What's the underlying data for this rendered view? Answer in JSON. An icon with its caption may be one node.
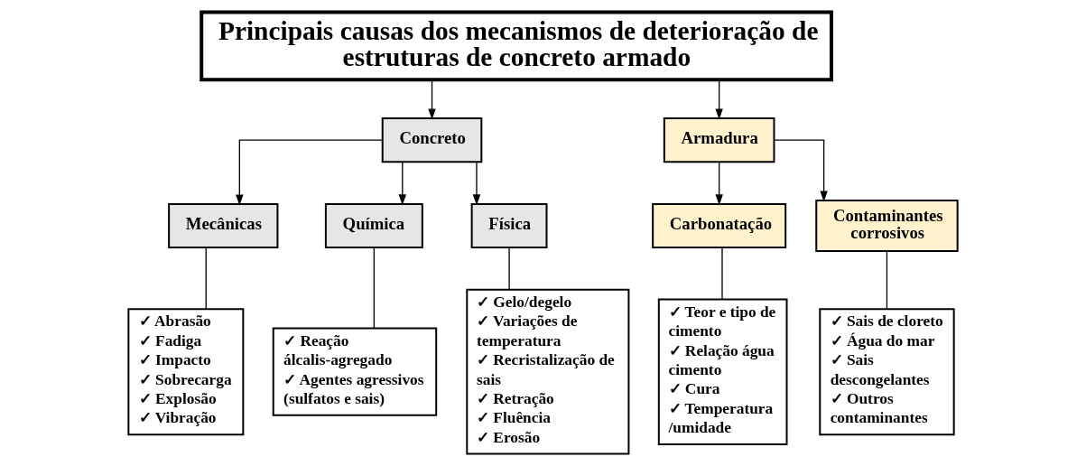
{
  "diagram": {
    "nodes": [
      {
        "text": [
          "Principais causas dos mecanismos de deterioração de estruturas de concreto armado"
        ]
      },
      {
        "text": [
          "Concreto"
        ]
      },
      {
        "text": [
          "Armadura"
        ]
      },
      {
        "text": [
          "Mecânicas"
        ]
      },
      {
        "text": [
          "Química"
        ]
      },
      {
        "text": [
          "Física"
        ]
      },
      {
        "text": [
          "Carbonatação"
        ]
      },
      {
        "text": [
          "Contaminantes corrosivos"
        ]
      },
      {
        "text": [
          "✓ Abrasão",
          "✓ Fadiga",
          "✓ Impacto",
          "✓ Sobrecarga",
          "✓ Explosão",
          "✓ Vibração"
        ]
      },
      {
        "text": [
          "✓ Reação álcalis-agregado",
          "✓ Agentes agressivos (sulfatos e sais)"
        ]
      },
      {
        "text": [
          "✓ Gelo/degelo",
          "✓ Variações de temperatura",
          "✓ Recristalização de sais",
          "✓ Retração",
          "✓ Fluência",
          "✓ Erosão"
        ]
      },
      {
        "text": [
          "✓ Teor e tipo de cimento",
          "✓ Relação água cimento",
          "✓ Cura",
          "✓ Temperatura /umidade"
        ]
      },
      {
        "text": [
          "✓ Sais de cloreto",
          "✓ Água do mar",
          "✓ Sais descongelantes",
          "✓ Outros contaminantes"
        ]
      }
    ],
    "edges": [
      {
        "from": 0,
        "to": 1,
        "arrow": "to"
      },
      {
        "from": 0,
        "to": 2,
        "arrow": "to"
      },
      {
        "from": 1,
        "to": 3,
        "arrow": "to"
      },
      {
        "from": 1,
        "to": 4,
        "arrow": "to"
      },
      {
        "from": 1,
        "to": 5,
        "arrow": "to"
      },
      {
        "from": 2,
        "to": 6,
        "arrow": "to"
      },
      {
        "from": 2,
        "to": 7,
        "arrow": "to"
      },
      {
        "from": 3,
        "to": 8,
        "arrow": "none"
      },
      {
        "from": 4,
        "to": 9,
        "arrow": "none"
      },
      {
        "from": 5,
        "to": 10,
        "arrow": "none"
      },
      {
        "from": 6,
        "to": 11,
        "arrow": "none"
      },
      {
        "from": 7,
        "to": 12,
        "arrow": "none"
      }
    ]
  }
}
